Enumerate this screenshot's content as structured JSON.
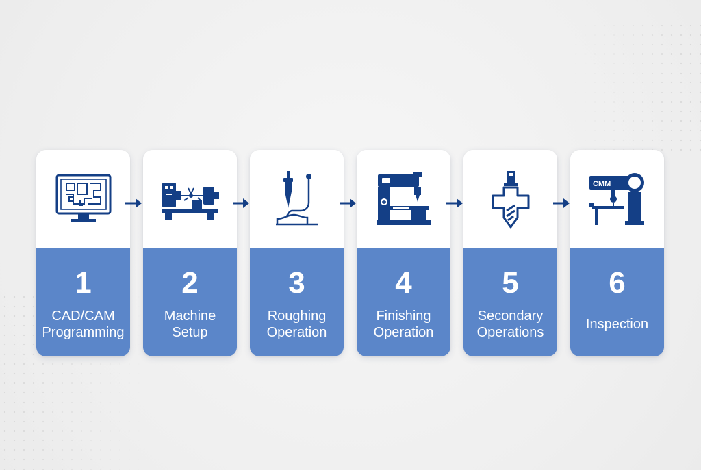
{
  "colors": {
    "card_bottom": "#5b86c9",
    "icon": "#143f86",
    "arrow": "#143f86",
    "card_top": "#ffffff",
    "background": "#f1f1f1"
  },
  "steps": [
    {
      "number": "1",
      "line1": "CAD/CAM",
      "line2": "Programming",
      "icon": "computer-monitor-icon"
    },
    {
      "number": "2",
      "line1": "Machine",
      "line2": "Setup",
      "icon": "lathe-machine-icon"
    },
    {
      "number": "3",
      "line1": "Roughing",
      "line2": "Operation",
      "icon": "roughing-tool-icon"
    },
    {
      "number": "4",
      "line1": "Finishing",
      "line2": "Operation",
      "icon": "milling-machine-icon"
    },
    {
      "number": "5",
      "line1": "Secondary",
      "line2": "Operations",
      "icon": "drill-bit-icon"
    },
    {
      "number": "6",
      "line1": "Inspection",
      "line2": "",
      "icon": "cmm-machine-icon"
    }
  ],
  "cmm_label": "CMM"
}
